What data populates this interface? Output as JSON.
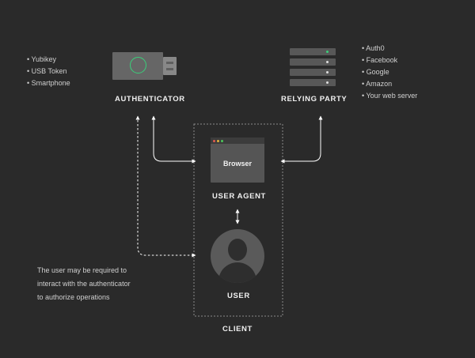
{
  "authenticator": {
    "title": "AUTHENTICATOR",
    "items": [
      "Yubikey",
      "USB Token",
      "Smartphone"
    ],
    "icon": "usb-key-icon"
  },
  "relying_party": {
    "title": "RELYING PARTY",
    "items": [
      "Auth0",
      "Facebook",
      "Google",
      "Amazon",
      "Your web server"
    ],
    "icon": "server-rack-icon"
  },
  "user_agent": {
    "title": "USER AGENT",
    "browser_label": "Browser"
  },
  "user": {
    "title": "USER",
    "icon": "user-avatar-icon"
  },
  "client": {
    "title": "CLIENT"
  },
  "note": {
    "lines": [
      "The user may be required to",
      "interact with the authenticator",
      "to authorize operations"
    ]
  },
  "colors": {
    "background": "#2a2a2a",
    "accent_green": "#3ad07a",
    "window_red": "#e05a4f",
    "window_yellow": "#e2b33c",
    "window_green": "#4cc65a"
  }
}
